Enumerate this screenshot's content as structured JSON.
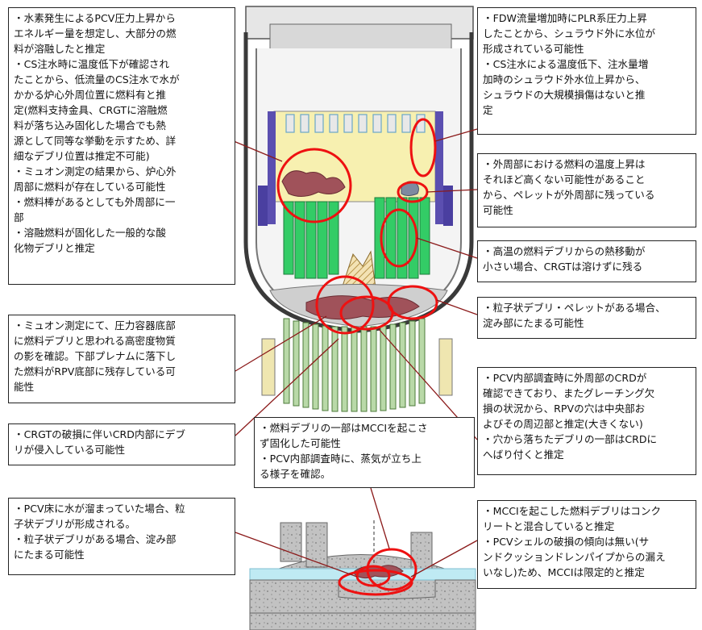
{
  "annotations": {
    "top_left": [
      "・水素発生によるPCV圧力上昇から",
      "エネルギー量を想定し、大部分の燃",
      "料が溶融したと推定",
      "・CS注水時に温度低下が確認され",
      "たことから、低流量のCS注水で水が",
      "かかる炉心外周位置に燃料有と推",
      "定(燃料支持金具、CRGTに溶融燃",
      "料が落ち込み固化した場合でも熱",
      "源として同等な挙動を示すため、詳",
      "細なデブリ位置は推定不可能)",
      "・ミュオン測定の結果から、炉心外",
      "周部に燃料が存在している可能性",
      "・燃料棒があるとしても外周部に一",
      "部",
      "・溶融燃料が固化した一般的な酸",
      "化物デブリと推定"
    ],
    "top_right": [
      "・FDW流量増加時にPLR系圧力上昇",
      "したことから、シュラウド外に水位が",
      "形成されている可能性",
      "・CS注水による温度低下、注水量増",
      "加時のシュラウド外水位上昇から、",
      "シュラウドの大規模損傷はないと推",
      "定"
    ],
    "right_periphery": [
      "・外周部における燃料の温度上昇は",
      "それほど高くない可能性があること",
      "から、ペレットが外周部に残っている",
      "可能性"
    ],
    "right_crgt": [
      "・高温の燃料デブリからの熱移動が",
      "小さい場合、CRGTは溶けずに残る"
    ],
    "right_particle": [
      "・粒子状デブリ・ペレットがある場合、",
      "淀み部にたまる可能性"
    ],
    "left_muon": [
      "・ミュオン測定にて、圧力容器底部",
      "に燃料デブリと思われる高密度物質",
      "の影を確認。下部プレナムに落下し",
      "た燃料がRPV底部に残存している可",
      "能性"
    ],
    "right_crd": [
      "・PCV内部調査時に外周部のCRDが",
      "確認できており、またグレーチング欠",
      "損の状況から、RPVの穴は中央部お",
      "よびその周辺部と推定(大きくない)",
      "・穴から落ちたデブリの一部はCRDに",
      "へばり付くと推定"
    ],
    "left_crgt": [
      "・CRGTの破損に伴いCRD内部にデブ",
      "リが侵入している可能性"
    ],
    "center_mcci": [
      "・燃料デブリの一部はMCCIを起こさ",
      "ず固化した可能性",
      "・PCV内部調査時に、蒸気が立ち上",
      "る様子を確認。"
    ],
    "bottom_left": [
      "・PCV床に水が溜まっていた場合、粒",
      "子状デブリが形成される。",
      "・粒子状デブリがある場合、淀み部",
      "にたまる可能性"
    ],
    "bottom_right": [
      "・MCCIを起こした燃料デブリはコンク",
      "リートと混合していると推定",
      "・PCVシェルの破損の傾向は無い(サ",
      "ンドクッションドレンパイプからの漏え",
      "いなし)ため、MCCIは限定的と推定"
    ]
  },
  "colors": {
    "highlight_circle": "#ee1111",
    "leader_line": "#8b1a1a",
    "core_region": "#f7f0b0",
    "fuel_assembly": "#33cc66",
    "vessel_wall": "#444444",
    "shroud": "#5b4fb0",
    "debris": "#a0525a",
    "concrete": "#bdbdbd",
    "water": "#bfeaf3"
  }
}
